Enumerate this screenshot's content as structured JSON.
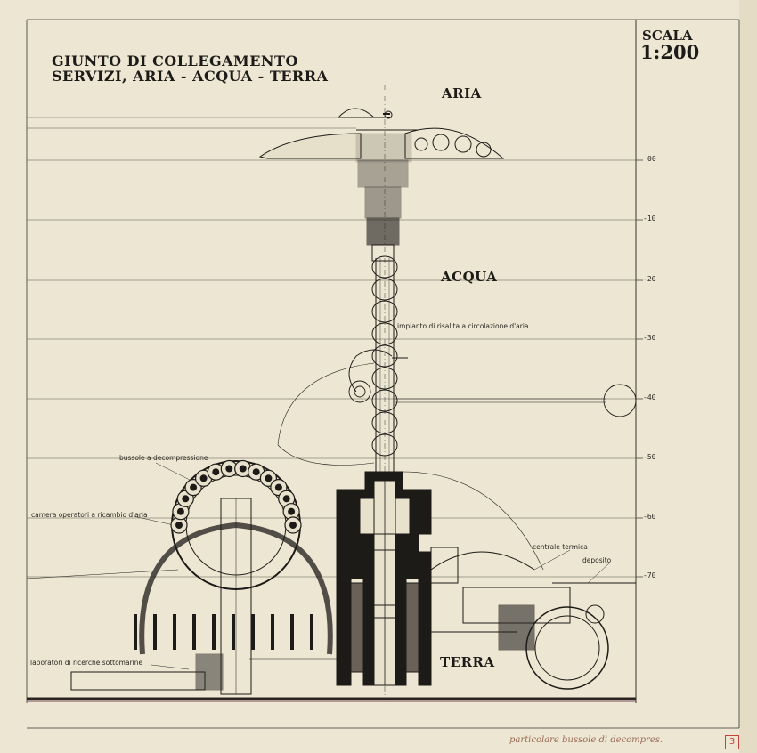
{
  "title": {
    "line1": "GIUNTO DI COLLEGAMENTO",
    "line2": "SERVIZI, ARIA - ACQUA - TERRA"
  },
  "scale": {
    "label": "SCALA",
    "value": "1:200"
  },
  "zones": {
    "air": "ARIA",
    "water": "ACQUA",
    "earth": "TERRA"
  },
  "depth_marks": [
    "00",
    "-10",
    "-20",
    "-30",
    "-40",
    "-50",
    "-60",
    "-70"
  ],
  "annotations": {
    "lift": "impianto di risalita a circolazione d'aria",
    "decompression": "bussole a decompressione",
    "operators": "camera operatori a ricambio d'aria",
    "thermal": "centrale termica",
    "deposit": "deposito",
    "labs": "laboratori di ricerche sottomarine"
  },
  "handwritten_note": "particolare bussole di decompres.",
  "sheet_number": "3",
  "colors": {
    "paper": "#ece6d2",
    "ink": "#1d1b18",
    "sepia": "#9a6a55",
    "red": "#c4433a"
  }
}
